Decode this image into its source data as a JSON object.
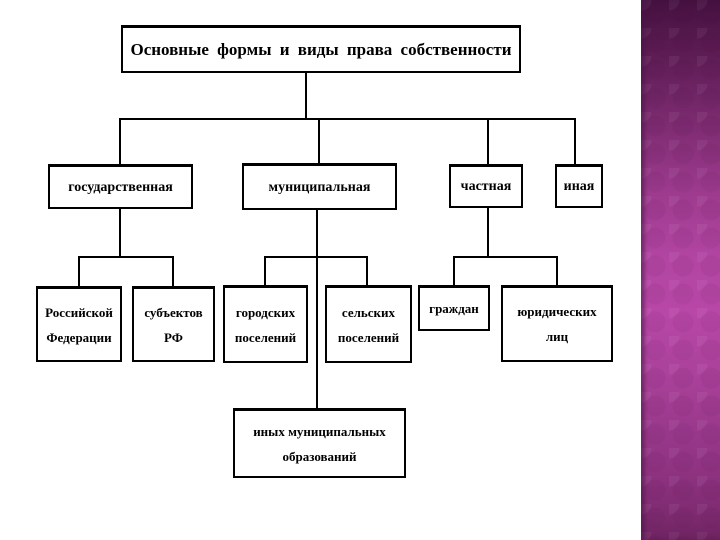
{
  "diagram": {
    "root": "Основные формы и виды права собственности",
    "forms": {
      "state": "государственная",
      "municipal": "муниципальная",
      "private": "частная",
      "other": "иная"
    },
    "kinds": {
      "rf": "Российской\nФедерации",
      "subjects": "субъектов\nРФ",
      "urban": "городских\nпоселений",
      "rural": "сельских\nпоселений",
      "citizens": "граждан",
      "legal": "юридических\nлиц",
      "other_municipal": "иных муниципальных\nобразований"
    },
    "hierarchy_note": {
      "root_children": "государственная, муниципальная, частная, иная",
      "state_children": "Российской Федерации, субъектов РФ",
      "municipal_children": "городских поселений, сельских поселений, иных муниципальных образований",
      "private_children": "граждан, юридических лиц"
    }
  },
  "colors": {
    "box_fill": "#ffffff",
    "box_border": "#000000",
    "text": "#000000",
    "connector": "#000000",
    "band_top": "#451140",
    "band_bright": "#b847a7",
    "band_bottom": "#6d2360"
  }
}
